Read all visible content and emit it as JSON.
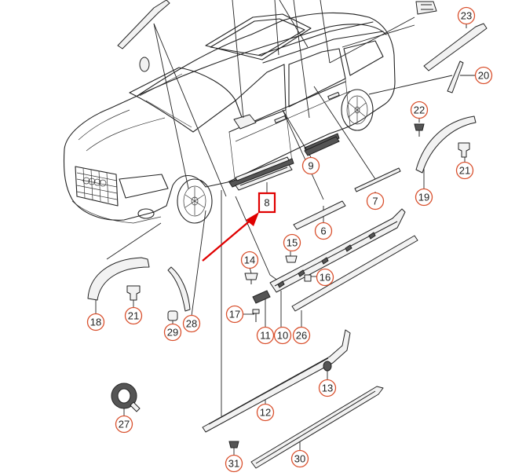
{
  "diagram": {
    "callouts": [
      {
        "id": "c6",
        "label": "6"
      },
      {
        "id": "c7",
        "label": "7"
      },
      {
        "id": "c8",
        "label": "8",
        "highlighted": true
      },
      {
        "id": "c9",
        "label": "9"
      },
      {
        "id": "c10",
        "label": "10"
      },
      {
        "id": "c11",
        "label": "11"
      },
      {
        "id": "c12",
        "label": "12"
      },
      {
        "id": "c13",
        "label": "13"
      },
      {
        "id": "c14",
        "label": "14"
      },
      {
        "id": "c15",
        "label": "15"
      },
      {
        "id": "c16",
        "label": "16"
      },
      {
        "id": "c17",
        "label": "17"
      },
      {
        "id": "c18",
        "label": "18"
      },
      {
        "id": "c19",
        "label": "19"
      },
      {
        "id": "c20",
        "label": "20"
      },
      {
        "id": "c21a",
        "label": "21"
      },
      {
        "id": "c21b",
        "label": "21"
      },
      {
        "id": "c22",
        "label": "22"
      },
      {
        "id": "c23",
        "label": "23"
      },
      {
        "id": "c26",
        "label": "26"
      },
      {
        "id": "c27",
        "label": "27"
      },
      {
        "id": "c28",
        "label": "28"
      },
      {
        "id": "c29",
        "label": "29"
      },
      {
        "id": "c30",
        "label": "30"
      },
      {
        "id": "c31",
        "label": "31"
      }
    ],
    "colors": {
      "callout_ring": "#d9502d",
      "highlight_box": "#e00000",
      "pointer_arrow": "#e00000",
      "line_art": "#222222"
    }
  }
}
